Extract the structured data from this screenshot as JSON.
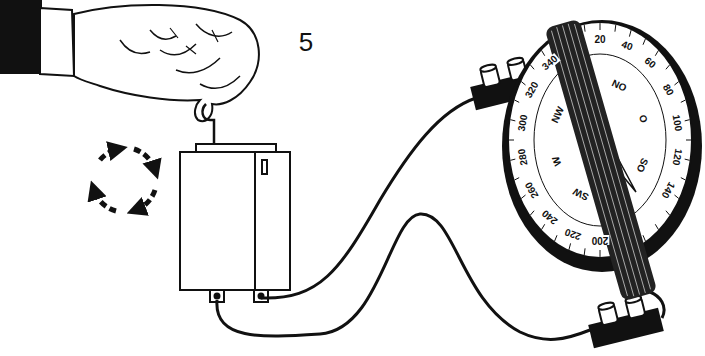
{
  "diagram": {
    "labels": [
      "5",
      "20",
      "40",
      "60",
      "80",
      "100",
      "120",
      "140",
      "200",
      "220",
      "240",
      "260",
      "280",
      "300",
      "320",
      "340",
      "NO",
      "O",
      "SO",
      "NW",
      "W",
      "SW"
    ]
  }
}
